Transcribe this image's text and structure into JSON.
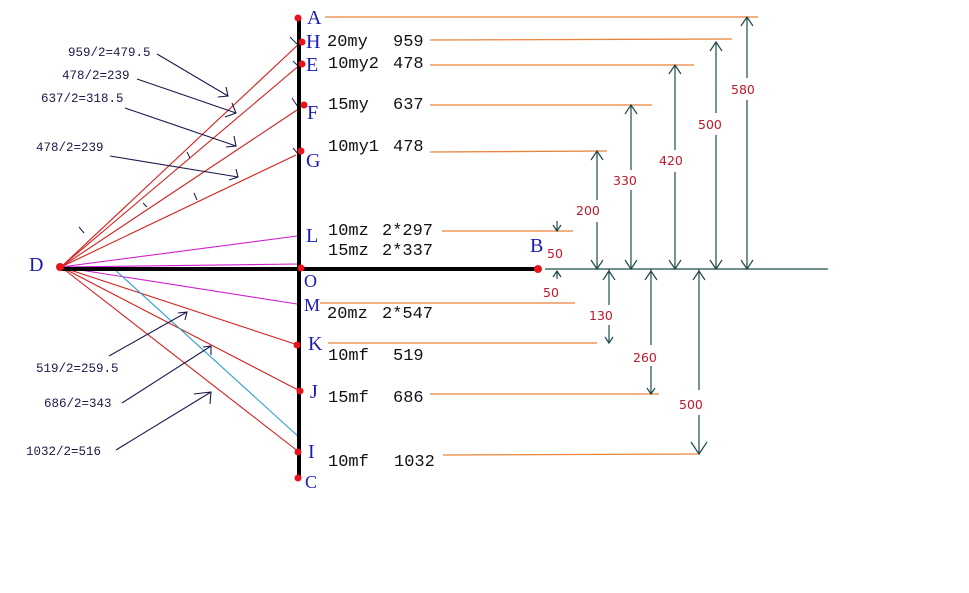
{
  "colors": {
    "axis": "#000000",
    "point": "#e8141c",
    "point_label": "#1a1ab4",
    "ray_red": "#d2201e",
    "ray_magenta": "#cc22cc",
    "ray_cyan": "#2a9ccc",
    "leader_orange": "#e8843c",
    "dim_line": "#1f4a4a",
    "dim_text": "#c0182a",
    "note_arrow": "#1a1a4a",
    "row_text": "#111111"
  },
  "points": [
    {
      "id": "A",
      "label": "A"
    },
    {
      "id": "H",
      "label": "H"
    },
    {
      "id": "E",
      "label": "E"
    },
    {
      "id": "F",
      "label": "F"
    },
    {
      "id": "G",
      "label": "G"
    },
    {
      "id": "L",
      "label": "L"
    },
    {
      "id": "O",
      "label": "O"
    },
    {
      "id": "B",
      "label": "B"
    },
    {
      "id": "M",
      "label": "M"
    },
    {
      "id": "K",
      "label": "K"
    },
    {
      "id": "J",
      "label": "J"
    },
    {
      "id": "I",
      "label": "I"
    },
    {
      "id": "C",
      "label": "C"
    },
    {
      "id": "D",
      "label": "D"
    }
  ],
  "rows": [
    {
      "point": "H",
      "code": "20my",
      "value": "959"
    },
    {
      "point": "E",
      "code": "10my2",
      "value": "478"
    },
    {
      "point": "F",
      "code": "15my",
      "value": "637"
    },
    {
      "point": "G",
      "code": "10my1",
      "value": "478"
    },
    {
      "point": "L",
      "code": "10mz",
      "value": "2*297"
    },
    {
      "point": "L2",
      "code": "15mz",
      "value": "2*337"
    },
    {
      "point": "M",
      "code": "20mz",
      "value": "2*547"
    },
    {
      "point": "K",
      "code": "10mf",
      "value": "519"
    },
    {
      "point": "J",
      "code": "15mf",
      "value": "686"
    },
    {
      "point": "I",
      "code": "10mf",
      "value": "1032"
    }
  ],
  "notes": [
    {
      "text": "959/2=479.5"
    },
    {
      "text": "478/2=239"
    },
    {
      "text": "637/2=318.5"
    },
    {
      "text": "478/2=239"
    },
    {
      "text": "519/2=259.5"
    },
    {
      "text": "686/2=343"
    },
    {
      "text": "1032/2=516"
    }
  ],
  "dimensions_above": [
    {
      "label": "50",
      "target": "L"
    },
    {
      "label": "200",
      "target": "G"
    },
    {
      "label": "330",
      "target": "F"
    },
    {
      "label": "420",
      "target": "E"
    },
    {
      "label": "500",
      "target": "H"
    },
    {
      "label": "580",
      "target": "A"
    }
  ],
  "dimensions_below": [
    {
      "label": "50",
      "target": "M"
    },
    {
      "label": "130",
      "target": "K"
    },
    {
      "label": "260",
      "target": "J"
    },
    {
      "label": "500",
      "target": "I"
    }
  ]
}
